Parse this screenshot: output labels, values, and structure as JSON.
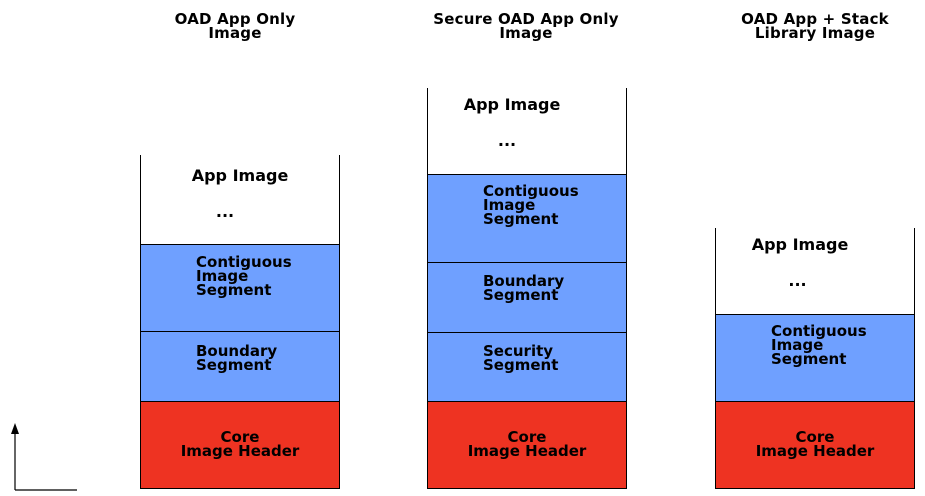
{
  "titles": {
    "oad": "OAD App Only\nImage",
    "secure": "Secure OAD App Only\nImage",
    "stack": "OAD App + Stack\nLibrary Image"
  },
  "labels": {
    "app_image": "App Image",
    "ellipsis": "...",
    "contiguous": "Contiguous\nImage\nSegment",
    "boundary": "Boundary\nSegment",
    "security": "Security\nSegment",
    "core": "Core\nImage Header"
  },
  "colors": {
    "segment_blue": "#6fa0ff",
    "header_red": "#ee3322"
  }
}
